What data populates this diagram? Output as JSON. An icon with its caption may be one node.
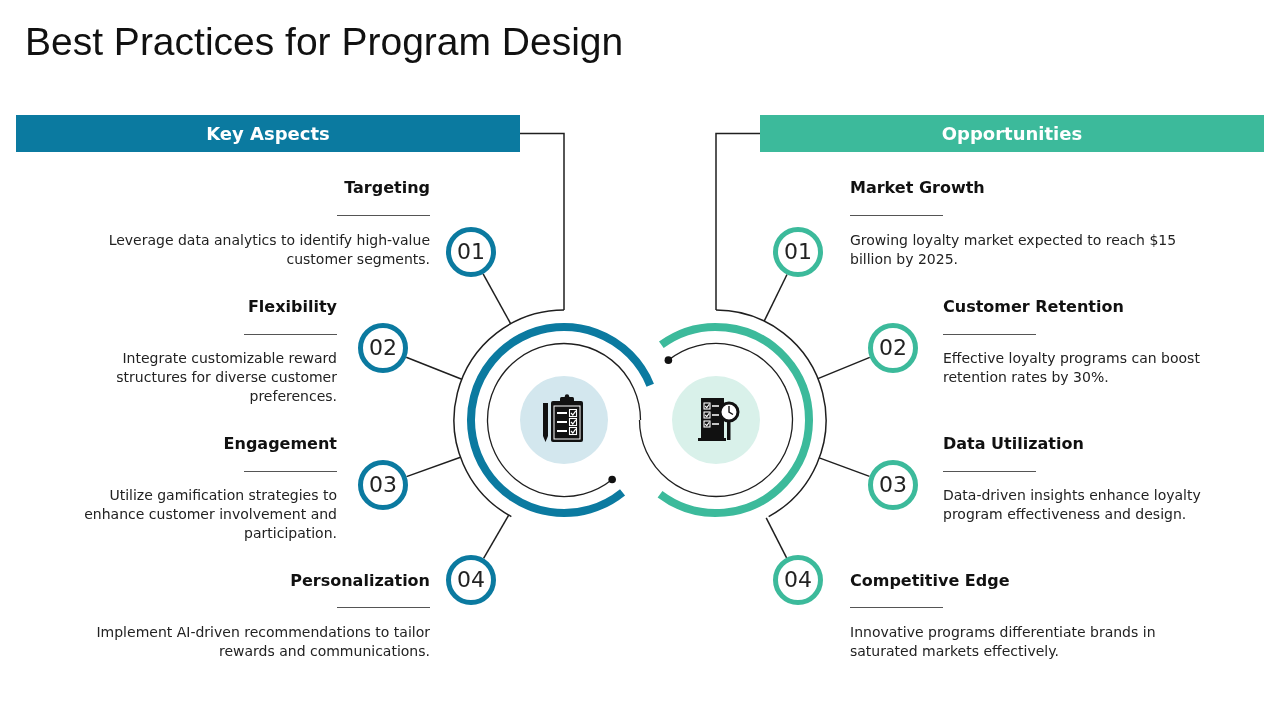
{
  "diagram": {
    "title": "Best Practices for Program Design",
    "nodes": [
      {
        "text": [
          "Key Aspects"
        ]
      },
      {
        "text": [
          "Opportunities"
        ]
      },
      {
        "text": [
          "01"
        ],
        "beside": [
          "Targeting",
          "Leverage data analytics to identify high-value customer segments."
        ]
      },
      {
        "text": [
          "02"
        ],
        "beside": [
          "Flexibility",
          "Integrate customizable reward structures for diverse customer preferences."
        ]
      },
      {
        "text": [
          "03"
        ],
        "beside": [
          "Engagement",
          "Utilize gamification strategies to enhance customer involvement and participation."
        ]
      },
      {
        "text": [
          "04"
        ],
        "beside": [
          "Personalization",
          "Implement AI-driven recommendations to tailor rewards and communications."
        ]
      },
      {
        "text": [],
        "shape": "circle"
      },
      {
        "text": [],
        "shape": "circle"
      },
      {
        "text": [
          "01"
        ],
        "beside": [
          "Market Growth",
          "Growing loyalty market expected to reach $15 billion by 2025."
        ]
      },
      {
        "text": [
          "02"
        ],
        "beside": [
          "Customer Retention",
          "Effective loyalty programs can boost retention rates by 30%."
        ]
      },
      {
        "text": [
          "03"
        ],
        "beside": [
          "Data Utilization",
          "Data-driven insights enhance loyalty program effectiveness and design."
        ]
      },
      {
        "text": [
          "04"
        ],
        "beside": [
          "Competitive Edge",
          "Innovative programs differentiate brands in saturated markets effectively."
        ]
      }
    ],
    "edges": [
      {
        "from": 0,
        "to": 6,
        "arrow": "none"
      },
      {
        "from": 1,
        "to": 7,
        "arrow": "none"
      },
      {
        "from": 2,
        "to": 6,
        "arrow": "none"
      },
      {
        "from": 3,
        "to": 6,
        "arrow": "none"
      },
      {
        "from": 4,
        "to": 6,
        "arrow": "none"
      },
      {
        "from": 5,
        "to": 6,
        "arrow": "none"
      },
      {
        "from": 8,
        "to": 7,
        "arrow": "none"
      },
      {
        "from": 9,
        "to": 7,
        "arrow": "none"
      },
      {
        "from": 10,
        "to": 7,
        "arrow": "none"
      },
      {
        "from": 11,
        "to": 7,
        "arrow": "none"
      }
    ]
  }
}
